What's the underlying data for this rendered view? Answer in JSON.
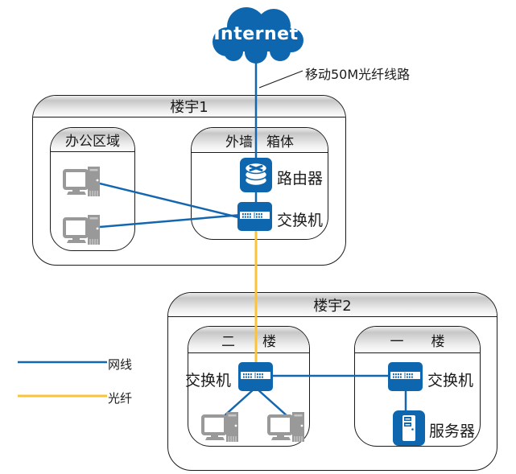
{
  "internet": {
    "label": "Internet"
  },
  "wan_annotation": "移动50M光纤线路",
  "building1": {
    "title": "楼宇1",
    "office_area": {
      "title": "办公区域"
    },
    "wall_box": {
      "title": "外墙　箱体",
      "router_label": "路由器",
      "switch_label": "交换机"
    }
  },
  "building2": {
    "title": "楼宇2",
    "floor2": {
      "title": "二　　楼",
      "switch_label": "交换机"
    },
    "floor1": {
      "title": "一　　楼",
      "switch_label": "交换机",
      "server_label": "服务器"
    }
  },
  "legend": {
    "ethernet_label": "网线",
    "fiber_label": "光纤"
  },
  "colors": {
    "device_blue": "#0E67AE",
    "line_blue": "#1467AE",
    "fiber_yellow": "#FDC337",
    "pc_gray": "#999999"
  }
}
